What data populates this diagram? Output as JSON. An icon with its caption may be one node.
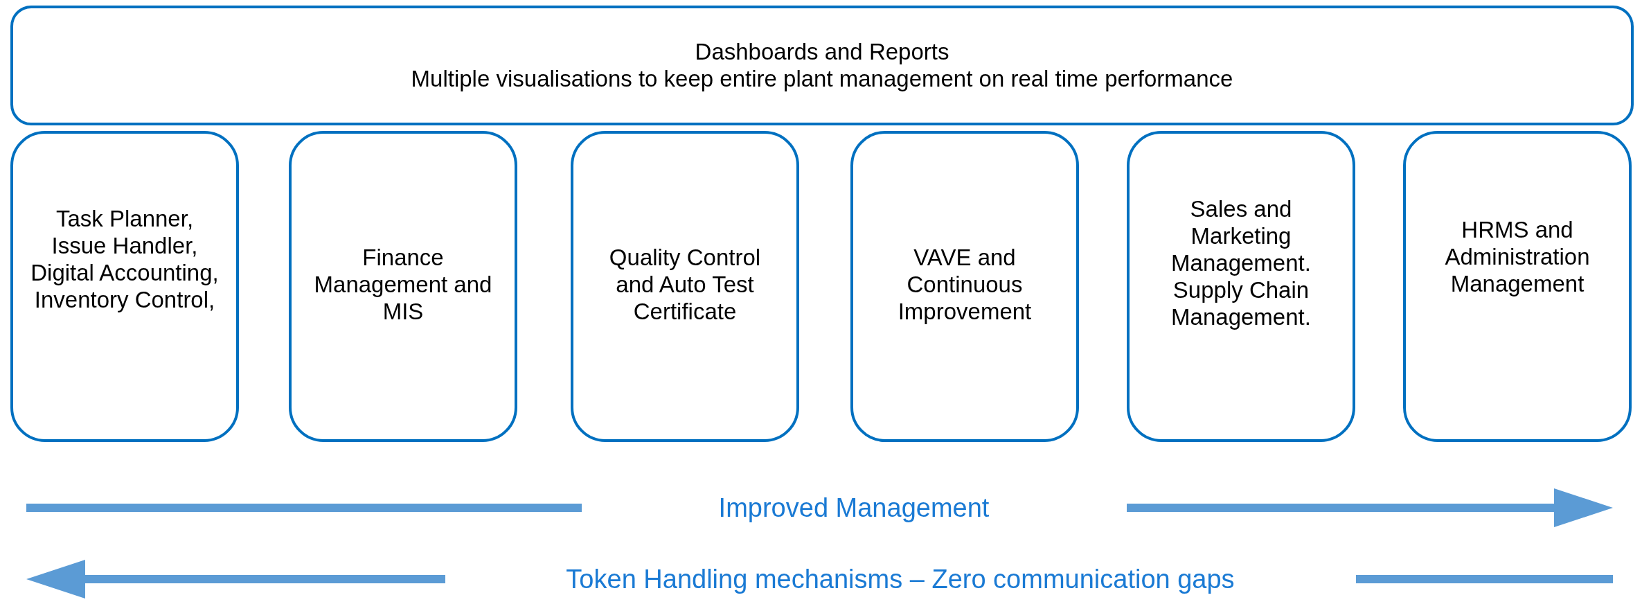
{
  "diagram": {
    "nodes": [
      {
        "text": [
          "Dashboards and Reports",
          "Multiple visualisations to keep entire plant management on real time performance"
        ]
      },
      {
        "text": [
          "Task Planner, Issue Handler, Digital Accounting, Inventory Control,"
        ]
      },
      {
        "text": [
          "Finance Management and MIS"
        ]
      },
      {
        "text": [
          "Quality Control and Auto Test Certificate"
        ]
      },
      {
        "text": [
          "VAVE and Continuous Improvement"
        ]
      },
      {
        "text": [
          "Sales and Marketing Management. Supply Chain Management."
        ]
      },
      {
        "text": [
          "HRMS and Administration Management"
        ]
      }
    ],
    "labels": [
      "Improved Management",
      "Token Handling mechanisms – Zero communication gaps"
    ]
  }
}
